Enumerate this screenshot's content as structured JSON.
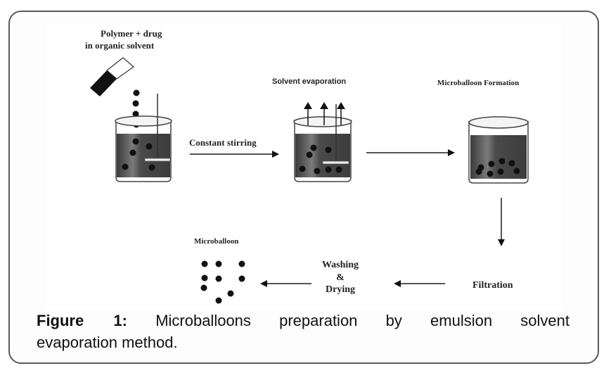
{
  "figure": {
    "labels": {
      "polymer_line1": "Polymer + drug",
      "polymer_line2": "in organic solvent",
      "constant_stirring": "Constant stirring",
      "solvent_evaporation": "Solvent evaporation",
      "microballoon_formation": "Microballoon Formation",
      "filtration": "Filtration",
      "washing_line1": "Washing",
      "washing_line2": "&",
      "washing_line3": "Drying",
      "microballoon": "Microballoon"
    },
    "steps": [
      "Polymer + drug in organic solvent",
      "Constant stirring",
      "Solvent evaporation",
      "Microballoon Formation",
      "Filtration",
      "Washing & Drying",
      "Microballoon"
    ]
  },
  "caption": {
    "label": "Figure 1:",
    "text_line1": "Microballoons preparation by emulsion solvent",
    "text_line2": "evaporation method."
  },
  "colors": {
    "border": "#5a5a5a",
    "ink": "#111111",
    "liquid": "#4a4a4a"
  }
}
